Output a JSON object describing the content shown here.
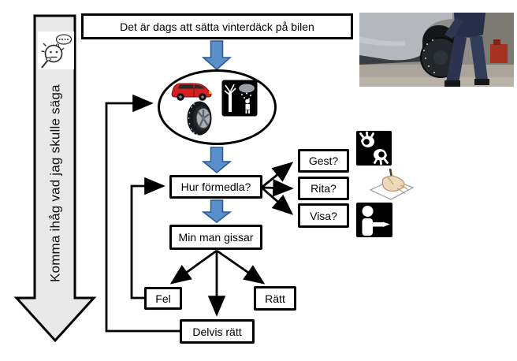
{
  "colors": {
    "background": "#ffffff",
    "box_border": "#000000",
    "flow_arrow_fill": "#5b8fc9",
    "flow_arrow_stroke": "#2f5b94",
    "big_arrow_fill": "#e9e9e9",
    "connector": "#000000"
  },
  "big_arrow": {
    "label": "Komma ihåg vad jag skulle säga",
    "icon": "thinking-face-speech-bubble-icon"
  },
  "title_box": {
    "text": "Det är dags att sätta vinterdäck på bilen"
  },
  "photo": {
    "name": "winter-tire-change-photo"
  },
  "situation_bubble": {
    "icons": [
      "red-car-icon",
      "winter-tire-icon",
      "winter-weather-pictogram"
    ]
  },
  "nodes": {
    "hur_formedla": {
      "label": "Hur förmedla?"
    },
    "gest": {
      "label": "Gest?"
    },
    "rita": {
      "label": "Rita?"
    },
    "visa": {
      "label": "Visa?"
    },
    "min_man_gissar": {
      "label": "Min man gissar"
    },
    "fel": {
      "label": "Fel"
    },
    "ratt": {
      "label": "Rätt"
    },
    "delvis_ratt": {
      "label": "Delvis rätt"
    }
  },
  "option_icons": {
    "gest": "sign-language-icon",
    "rita": "drawing-hand-icon",
    "visa": "pointing-person-icon"
  }
}
